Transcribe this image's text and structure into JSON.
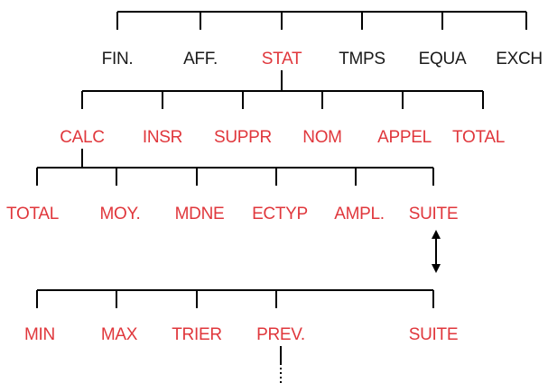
{
  "colors": {
    "menu_black": "#1a1a1a",
    "menu_red": "#e0373c",
    "line": "#000000"
  },
  "menu_row_1": {
    "items": [
      {
        "label": "FIN.",
        "color": "black"
      },
      {
        "label": "AFF.",
        "color": "black"
      },
      {
        "label": "STAT",
        "color": "red"
      },
      {
        "label": "TMPS",
        "color": "black"
      },
      {
        "label": "EQUA",
        "color": "black"
      },
      {
        "label": "EXCH",
        "color": "black"
      }
    ]
  },
  "menu_row_2": {
    "items": [
      {
        "label": "CALC",
        "color": "red"
      },
      {
        "label": "INSR",
        "color": "red"
      },
      {
        "label": "SUPPR",
        "color": "red"
      },
      {
        "label": "NOM",
        "color": "red"
      },
      {
        "label": "APPEL",
        "color": "red"
      },
      {
        "label": "TOTAL",
        "color": "red"
      }
    ]
  },
  "menu_row_3": {
    "items": [
      {
        "label": "TOTAL",
        "color": "red"
      },
      {
        "label": "MOY.",
        "color": "red"
      },
      {
        "label": "MDNE",
        "color": "red"
      },
      {
        "label": "ECTYP",
        "color": "red"
      },
      {
        "label": "AMPL.",
        "color": "red"
      },
      {
        "label": "SUITE",
        "color": "red"
      }
    ]
  },
  "menu_row_4": {
    "items": [
      {
        "label": "MIN",
        "color": "red"
      },
      {
        "label": "MAX",
        "color": "red"
      },
      {
        "label": "TRIER",
        "color": "red"
      },
      {
        "label": "PREV.",
        "color": "red"
      },
      {
        "label": "SUITE",
        "color": "red"
      }
    ]
  },
  "toggle_icon": "double-headed-vertical-arrow-icon",
  "continuation_icon": "dotted-continuation-line-icon"
}
